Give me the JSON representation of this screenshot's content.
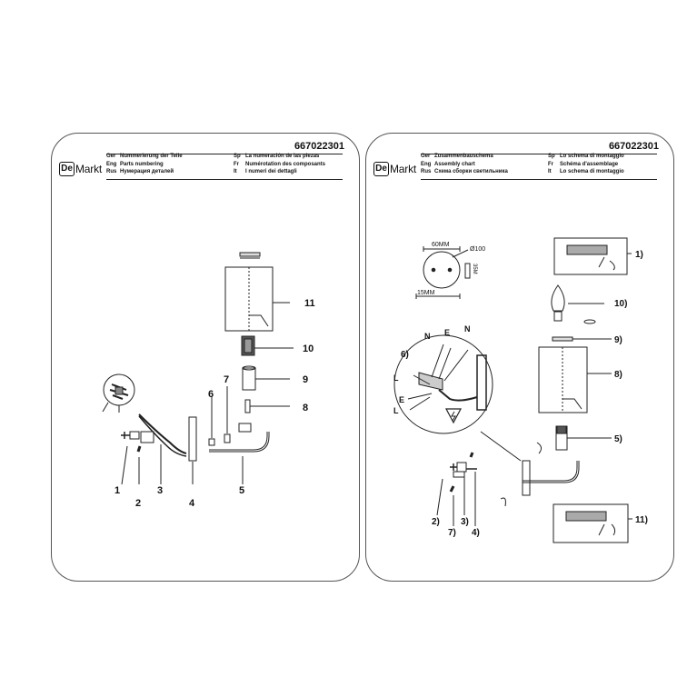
{
  "left_sheet": {
    "code": "667022301",
    "logo": {
      "mark": "De",
      "text": "Markt"
    },
    "lines": [
      {
        "lang1": "Ger",
        "text1": "Nummerierung der Teile",
        "lang2": "Sp",
        "text2": "La numeración de las piezas"
      },
      {
        "lang1": "Eng",
        "text1": "Parts numbering",
        "lang2": "Fr",
        "text2": "Numérotation des composants"
      },
      {
        "lang1": "Rus",
        "text1": "Нумерация деталей",
        "lang2": "It",
        "text2": "I numeri dei dettagli"
      }
    ],
    "labels": {
      "p1": "1",
      "p2": "2",
      "p3": "3",
      "p4": "4",
      "p5": "5",
      "p6": "6",
      "p7": "7",
      "p8": "8",
      "p9": "9",
      "p10": "10",
      "p11": "11"
    }
  },
  "right_sheet": {
    "code": "667022301",
    "logo": {
      "mark": "De",
      "text": "Markt"
    },
    "lines": [
      {
        "lang1": "Ger",
        "text1": "Zusammenbauschema",
        "lang2": "Sp",
        "text2": "Lo schema di montaggio"
      },
      {
        "lang1": "Eng",
        "text1": "Assembly chart",
        "lang2": "Fr",
        "text2": "Schéma d'assemblage"
      },
      {
        "lang1": "Rus",
        "text1": "Схема сборки светильника",
        "lang2": "It",
        "text2": "Lo schema di montaggio"
      }
    ],
    "dims": {
      "width": "60MM",
      "diameter": "Ø100",
      "offset": "15MM",
      "depth": "35M"
    },
    "wire_labels": {
      "n1": "N",
      "e1": "E",
      "n2": "N",
      "l1": "L",
      "e2": "E",
      "l2": "L"
    },
    "labels": {
      "s1": "1)",
      "s2": "2)",
      "s3": "3)",
      "s4": "4)",
      "s5": "5)",
      "s6": "6)",
      "s7": "7)",
      "s8": "8)",
      "s9": "9)",
      "s10": "10)",
      "s11": "11)"
    }
  },
  "colors": {
    "line": "#222222",
    "border": "#555555"
  }
}
